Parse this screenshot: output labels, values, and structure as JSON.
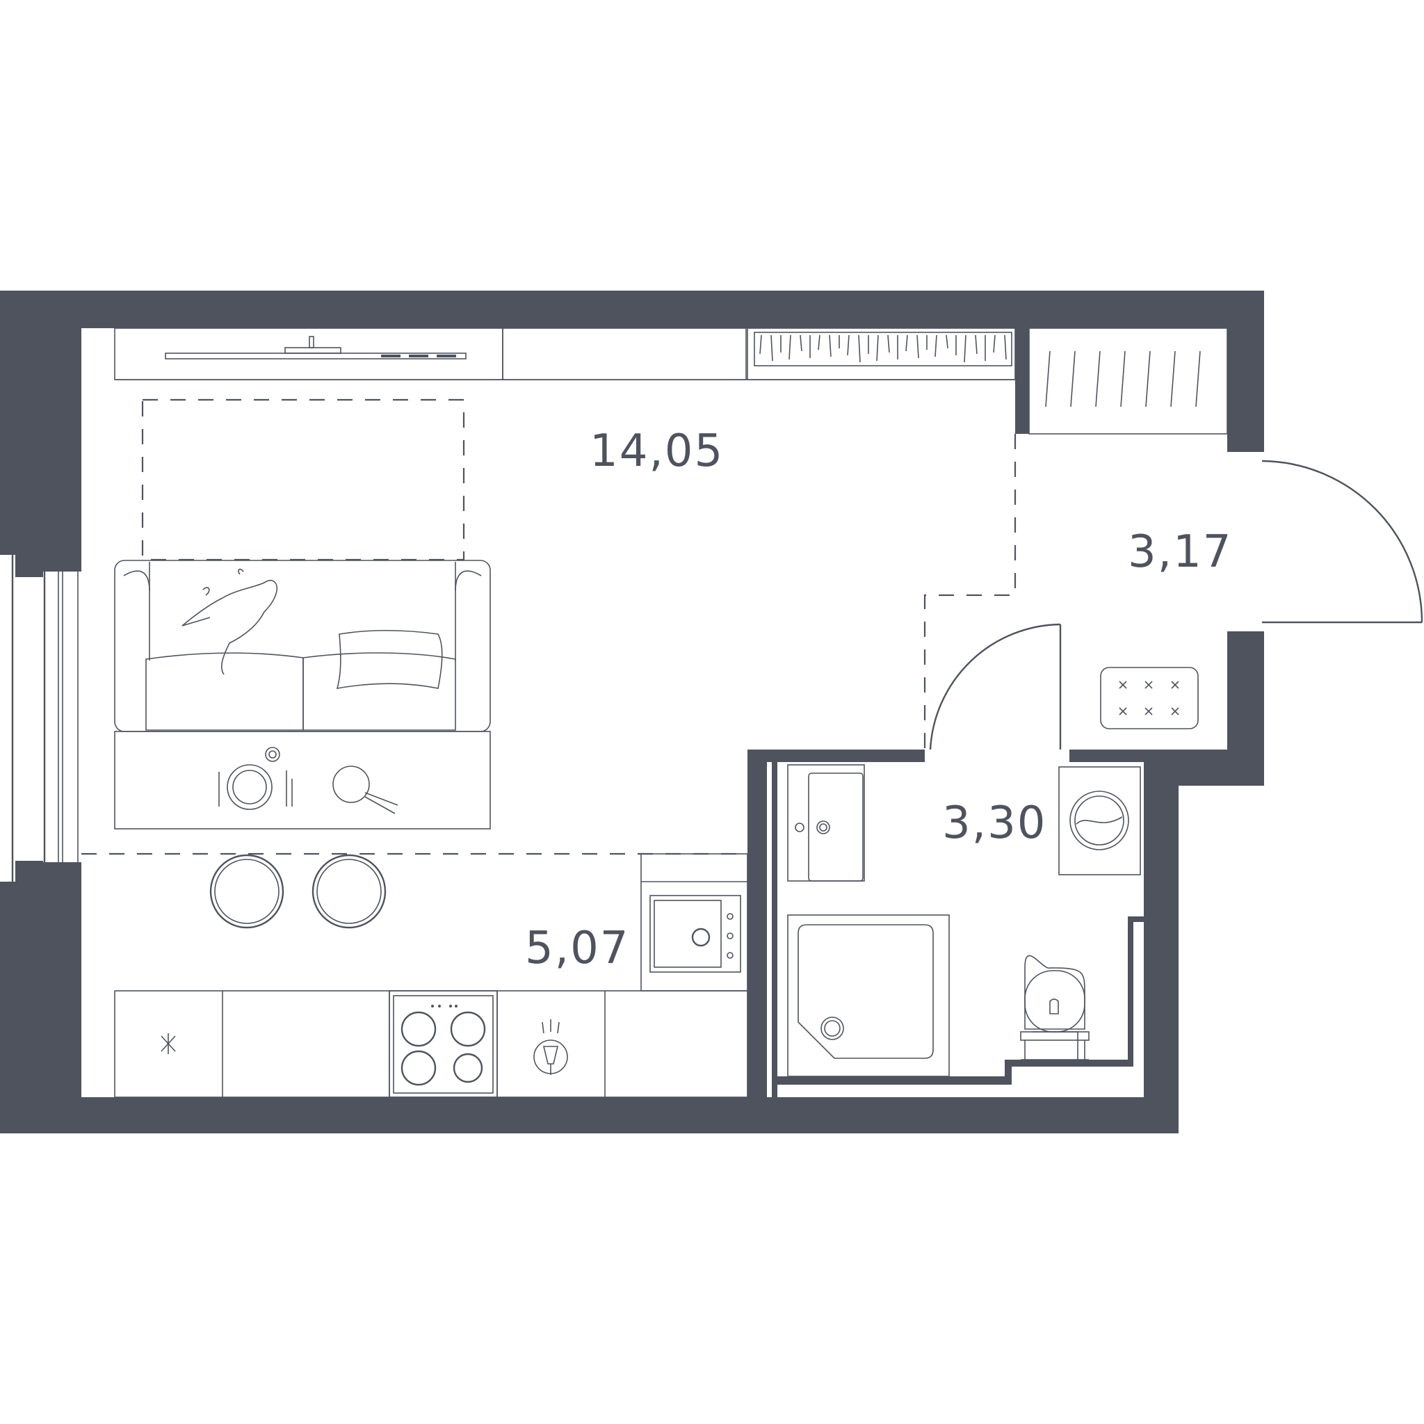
{
  "colors": {
    "wall": "#4e535e",
    "line": "#4e535e",
    "text": "#4e535e",
    "background": "#ffffff"
  },
  "rooms": [
    {
      "id": "living-room",
      "area": "14,05"
    },
    {
      "id": "hallway",
      "area": "3,17"
    },
    {
      "id": "bathroom",
      "area": "3,30"
    },
    {
      "id": "kitchen",
      "area": "5,07"
    }
  ],
  "icons": {
    "sofa": "sofa-icon",
    "cat": "cat-icon",
    "tv": "tv-icon",
    "wardrobe": "wardrobe-icon",
    "stove": "stove-icon",
    "sink": "sink-icon",
    "shower": "shower-icon",
    "toilet": "toilet-icon",
    "washing_machine": "washing-machine-icon"
  }
}
